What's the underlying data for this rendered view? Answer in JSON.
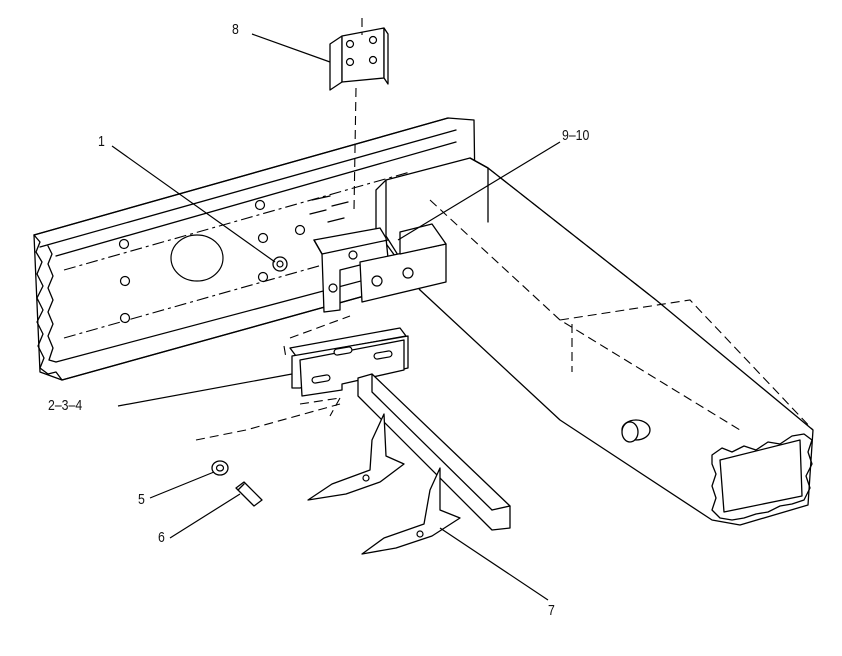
{
  "diagram": {
    "callouts": [
      {
        "id": "c1",
        "label": "1"
      },
      {
        "id": "c234",
        "label": "2–3–4"
      },
      {
        "id": "c5",
        "label": "5"
      },
      {
        "id": "c6",
        "label": "6"
      },
      {
        "id": "c7",
        "label": "7"
      },
      {
        "id": "c8",
        "label": "8"
      },
      {
        "id": "c910",
        "label": "9–10"
      }
    ]
  }
}
